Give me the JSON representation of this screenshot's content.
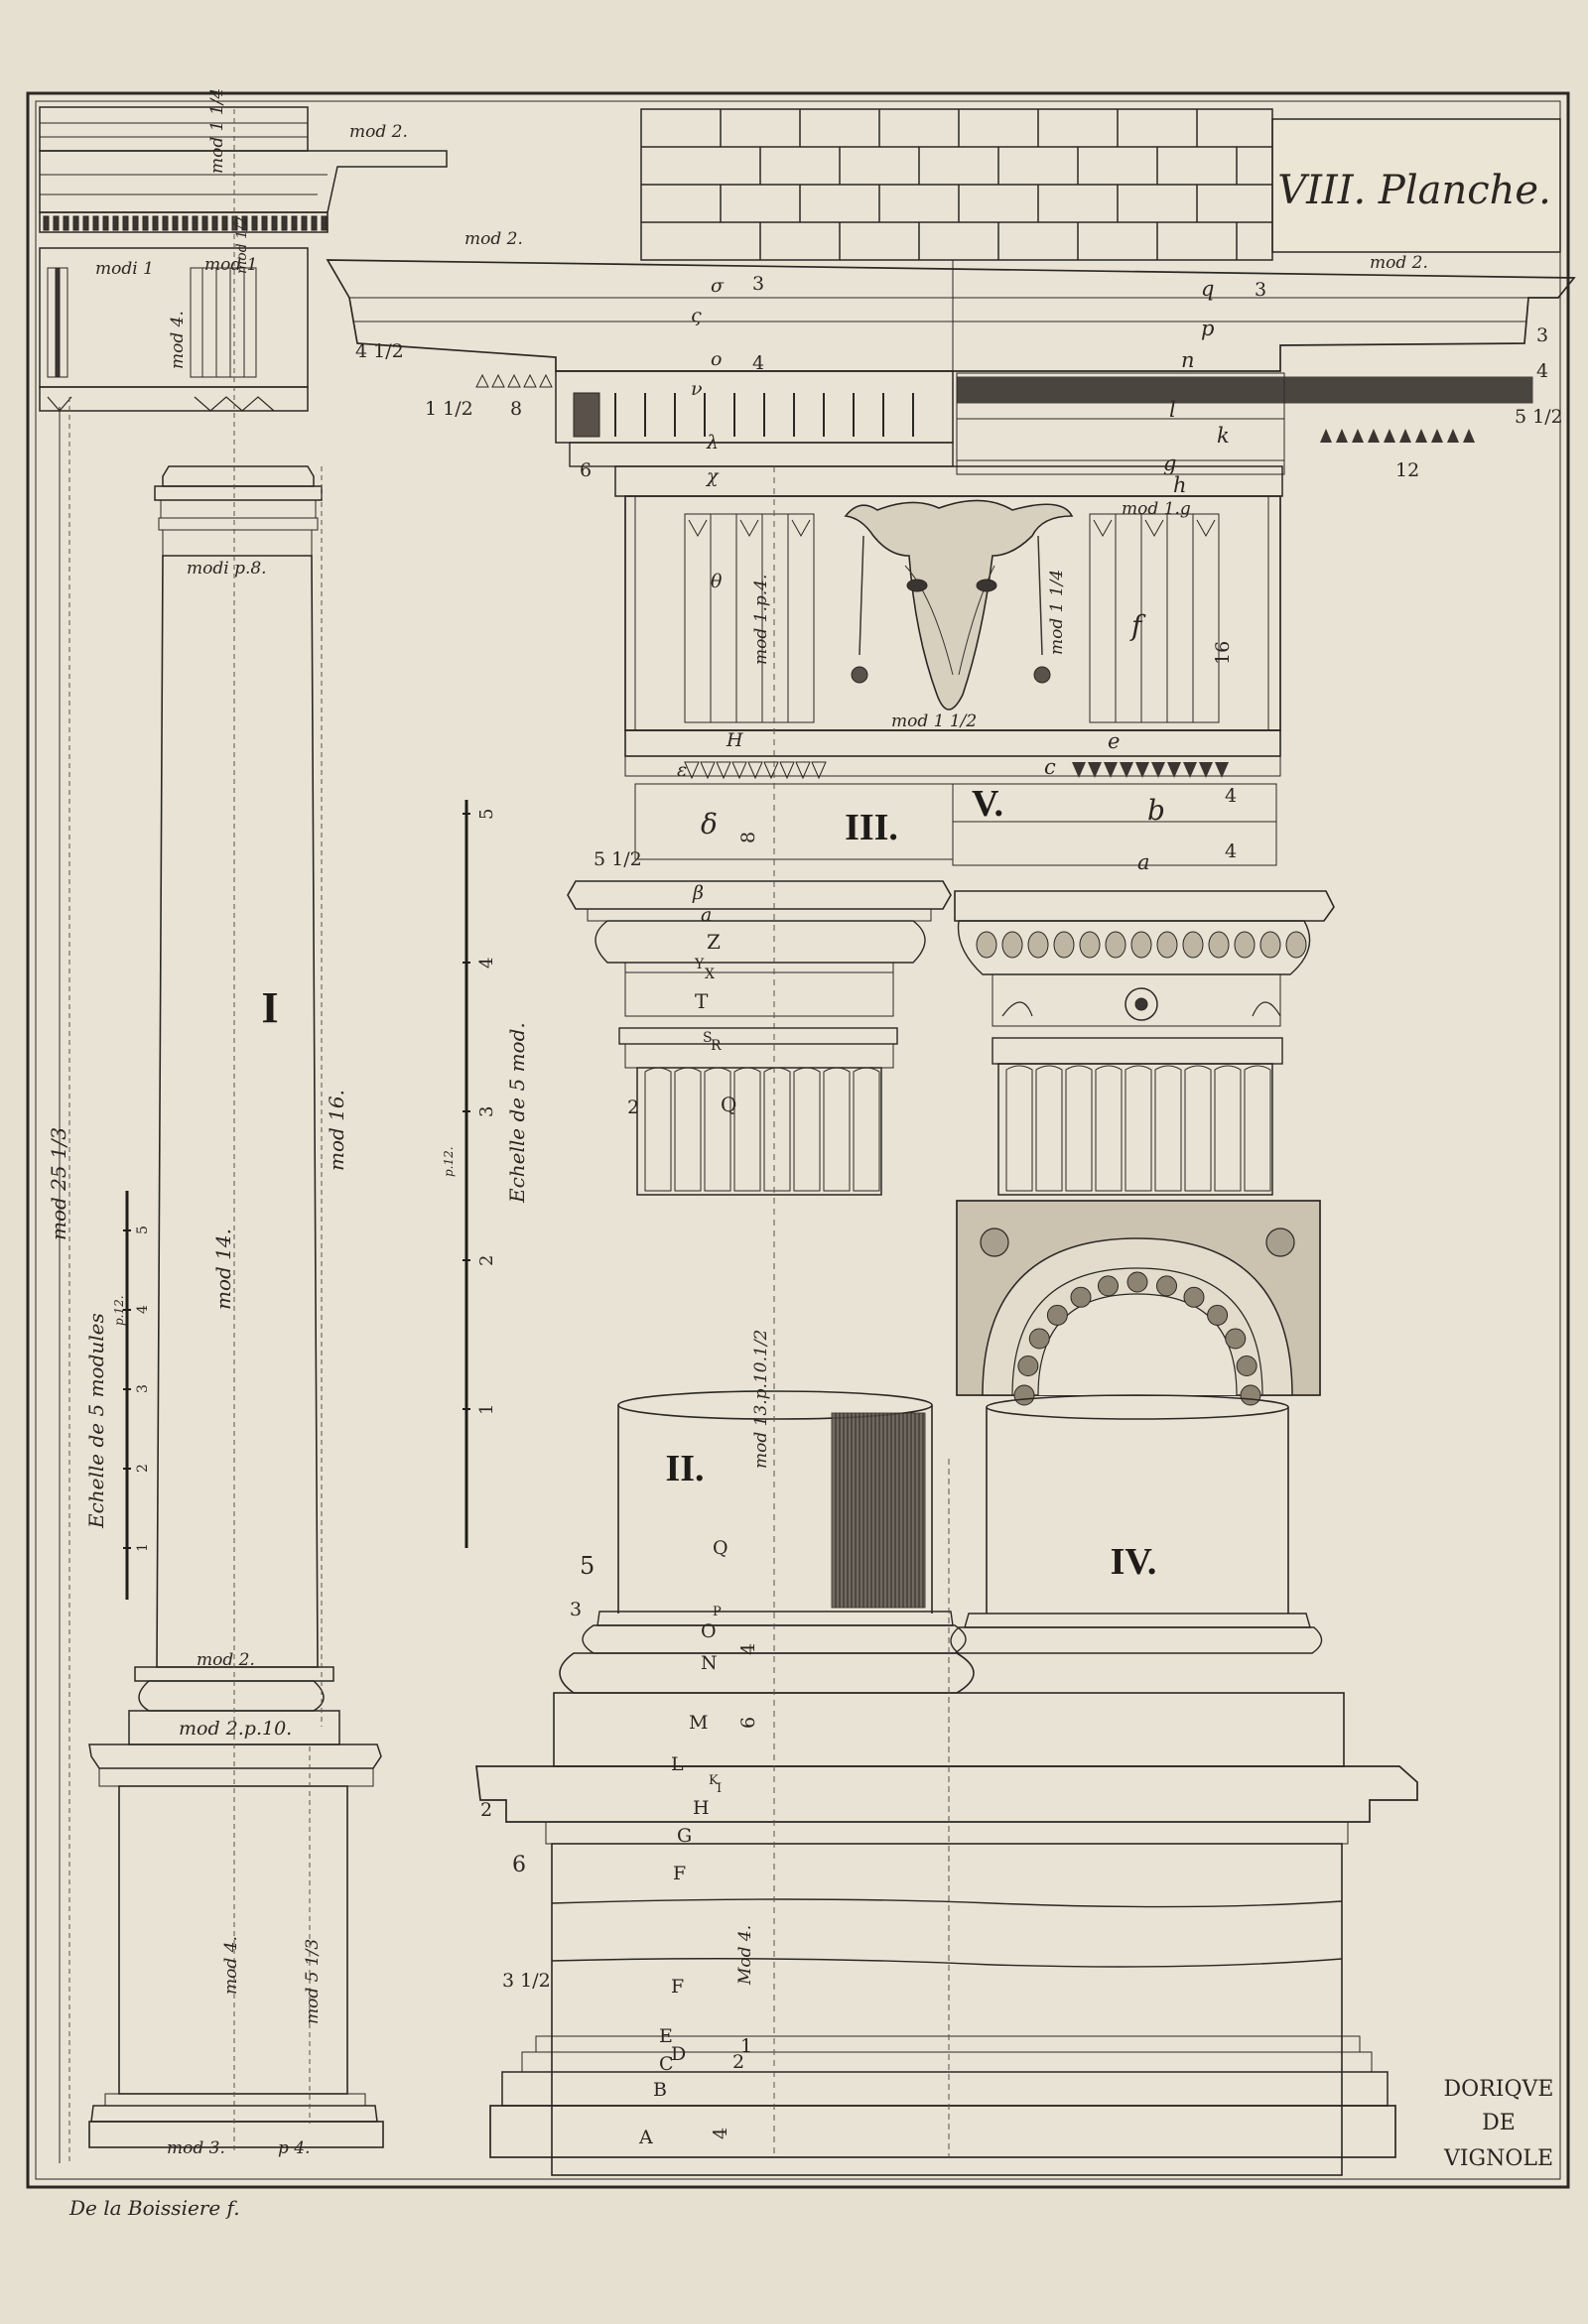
{
  "plate": {
    "title": "VIII. Planche.",
    "order_caption": [
      "DORIQVE",
      "DE",
      "VIGNOLE"
    ],
    "engraver": "De la Boissiere f."
  },
  "figures": {
    "fig1": "I",
    "fig2": "II.",
    "fig3": "III.",
    "fig4": "IV.",
    "fig5": "V."
  },
  "scales": {
    "left": {
      "title": "Echelle de 5 modules",
      "sub": "p.12.",
      "ticks": [
        "1",
        "2",
        "3",
        "4",
        "5"
      ]
    },
    "middle": {
      "title": "Echelle de 5 mod.",
      "sub": "p.12.",
      "ticks": [
        "1",
        "2",
        "3",
        "4",
        "5"
      ]
    }
  },
  "column_annotations": {
    "mod2_top": "mod 2.",
    "mod1_quarter": "mod 1 1/4",
    "mod1_left": "modi 1",
    "mod1_right": "mod 1",
    "mod_half": "mod 1/2",
    "mod4_frieze": "mod 4.",
    "mod_shaft_top": "modi p.8.",
    "mod14": "mod 14.",
    "mod16": "mod 16.",
    "mod25": "mod 25 1/3",
    "mod2_base": "mod 2.",
    "mod2_p10": "mod 2.p.10.",
    "mod4_pedestal": "mod 4.",
    "mod5": "mod 5 1/3",
    "mod3": "mod 3.",
    "p4": "p 4."
  },
  "entablature_annotations": {
    "mod2_cornice": "mod 2.",
    "mod2_right": "mod 2.",
    "mod1p4": "mod 1.p.4.",
    "mod1_quarter": "mod 1 1/4",
    "mod1_half": "mod 1 1/2",
    "mod1_g": "mod 1.g",
    "mod13": "mod 13.p.10.1/2",
    "mod4_ped": "Mod 4."
  },
  "letters": {
    "cornice_left": [
      "σ",
      "ς",
      "ο",
      "ν",
      "λ",
      "χ",
      "θ",
      "H",
      "ε",
      "δ",
      "β",
      "a"
    ],
    "cornice_right": [
      "q",
      "p",
      "n",
      "l",
      "k",
      "h",
      "g",
      "f",
      "e",
      "c",
      "b",
      "a"
    ],
    "capital": [
      "Z",
      "Y",
      "X",
      "T",
      "S",
      "R",
      "Q"
    ],
    "base": [
      "Q",
      "P",
      "O",
      "N",
      "M",
      "L",
      "K",
      "I",
      "H",
      "G",
      "F",
      "F",
      "E",
      "D",
      "C",
      "B",
      "A"
    ]
  },
  "numbers": {
    "n_3": "3",
    "n_4": "4",
    "n_5": "5",
    "n_6": "6",
    "n_8": "8",
    "n_12": "12",
    "n_16": "16",
    "n_2": "2",
    "n_1": "1",
    "n_1half": "1 1/2",
    "n_4half": "4 1/2",
    "n_5half": "5 1/2",
    "n_3half": "3 1/2"
  }
}
